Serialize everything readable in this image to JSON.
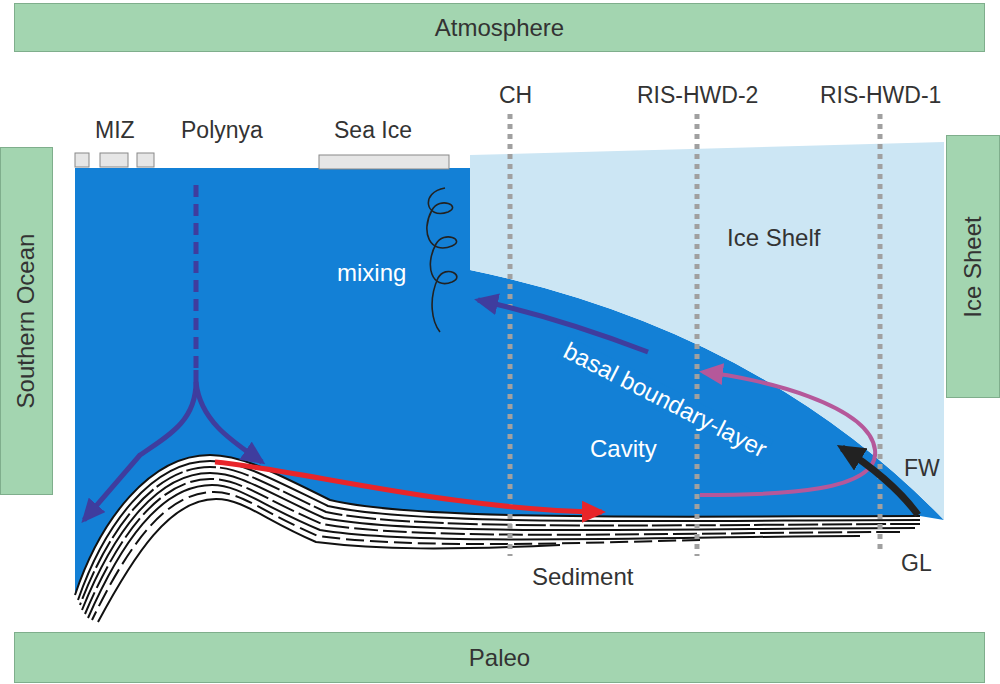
{
  "diagram": {
    "nodes": [
      {
        "text": [
          "Atmosphere"
        ]
      },
      {
        "text": [
          "Southern Ocean"
        ]
      },
      {
        "text": [
          "Ice Sheet"
        ]
      },
      {
        "text": [
          "Paleo"
        ]
      }
    ],
    "labels": [
      "MIZ",
      "Polynya",
      "Sea Ice",
      "CH",
      "RIS-HWD-2",
      "RIS-HWD-1",
      "Ice Shelf",
      "mixing",
      "basal boundary-layer",
      "Cavity",
      "FW",
      "GL",
      "Sediment"
    ]
  }
}
